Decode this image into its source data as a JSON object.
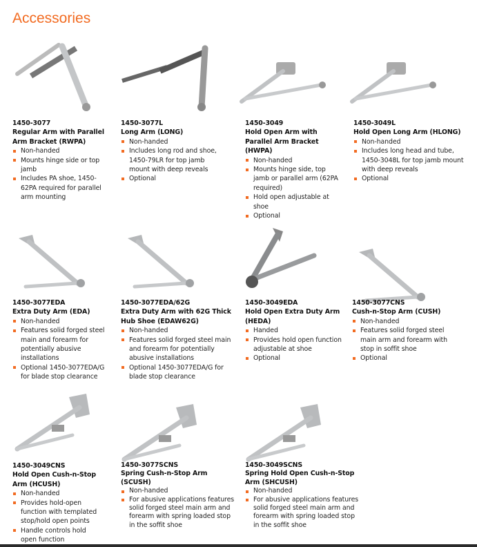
{
  "title": "Accessories",
  "items": [
    {
      "code": "1450-3077",
      "name": "Regular Arm with Parallel Arm Bracket (RWPA)",
      "bullets": [
        "Non-handed",
        "Mounts hinge side or top jamb",
        "Includes PA shoe, 1450-62PA required for parallel arm mounting"
      ]
    },
    {
      "code": "1450-3077L",
      "name": "Long Arm (LONG)",
      "bullets": [
        "Non-handed",
        "Includes long rod and shoe, 1450-79LR for top jamb mount with deep reveals",
        "Optional"
      ]
    },
    {
      "code": "1450-3049",
      "name": "Hold Open Arm with Parallel Arm Bracket (HWPA)",
      "bullets": [
        "Non-handed",
        "Mounts hinge side, top jamb or parallel arm (62PA required)",
        "Hold open adjustable at shoe",
        "Optional"
      ]
    },
    {
      "code": "1450-3049L",
      "name": "Hold Open Long Arm (HLONG)",
      "bullets": [
        "Non-handed",
        "Includes long head and tube, 1450-3048L for top jamb mount with deep reveals",
        "Optional"
      ]
    },
    {
      "code": "1450-3077EDA",
      "name": "Extra Duty Arm (EDA)",
      "bullets": [
        "Non-handed",
        "Features solid forged steel main and forearm for potentially abusive installations",
        "Optional 1450-3077EDA/G for blade stop clearance"
      ]
    },
    {
      "code": "1450-3077EDA/62G",
      "name": "Extra Duty Arm with 62G Thick Hub Shoe (EDAW62G)",
      "bullets": [
        "Non-handed",
        "Features solid forged steel main and forearm for potentially abusive installations",
        "Optional 1450-3077EDA/G for blade stop clearance"
      ]
    },
    {
      "code": "1450-3049EDA",
      "name": "Hold Open Extra Duty Arm (HEDA)",
      "bullets": [
        "Handed",
        "Provides hold open function adjustable at shoe",
        "Optional"
      ]
    },
    {
      "code": "1450-3077CNS",
      "name": "Cush-n-Stop Arm (CUSH)",
      "bullets": [
        "Non-handed",
        "Features solid forged steel main arm and forearm with stop in soffit shoe",
        "Optional"
      ]
    },
    {
      "code": "1450-3049CNS",
      "name": "Hold Open Cush-n-Stop Arm (HCUSH)",
      "bullets": [
        "Non-handed",
        "Provides hold-open function with templated stop/hold open points",
        "Handle controls hold open function"
      ]
    },
    {
      "code": "1450-3077SCNS",
      "name": "Spring Cush-n-Stop Arm (SCUSH)",
      "bullets": [
        "Non-handed",
        "For abusive applications features solid forged steel main arm and forearm with spring loaded stop in the soffit shoe"
      ]
    },
    {
      "code": "1450-3049SCNS",
      "name": "Spring Hold Open Cush-n-Stop Arm (SHCUSH)",
      "bullets": [
        "Non-handed",
        "For abusive applications features solid forged steel main arm and forearm with spring loaded stop in the soffit shoe"
      ]
    }
  ],
  "colors": {
    "accent": "#f26b21",
    "metal": "#b9bcbf",
    "dark_metal": "#6f7275"
  }
}
